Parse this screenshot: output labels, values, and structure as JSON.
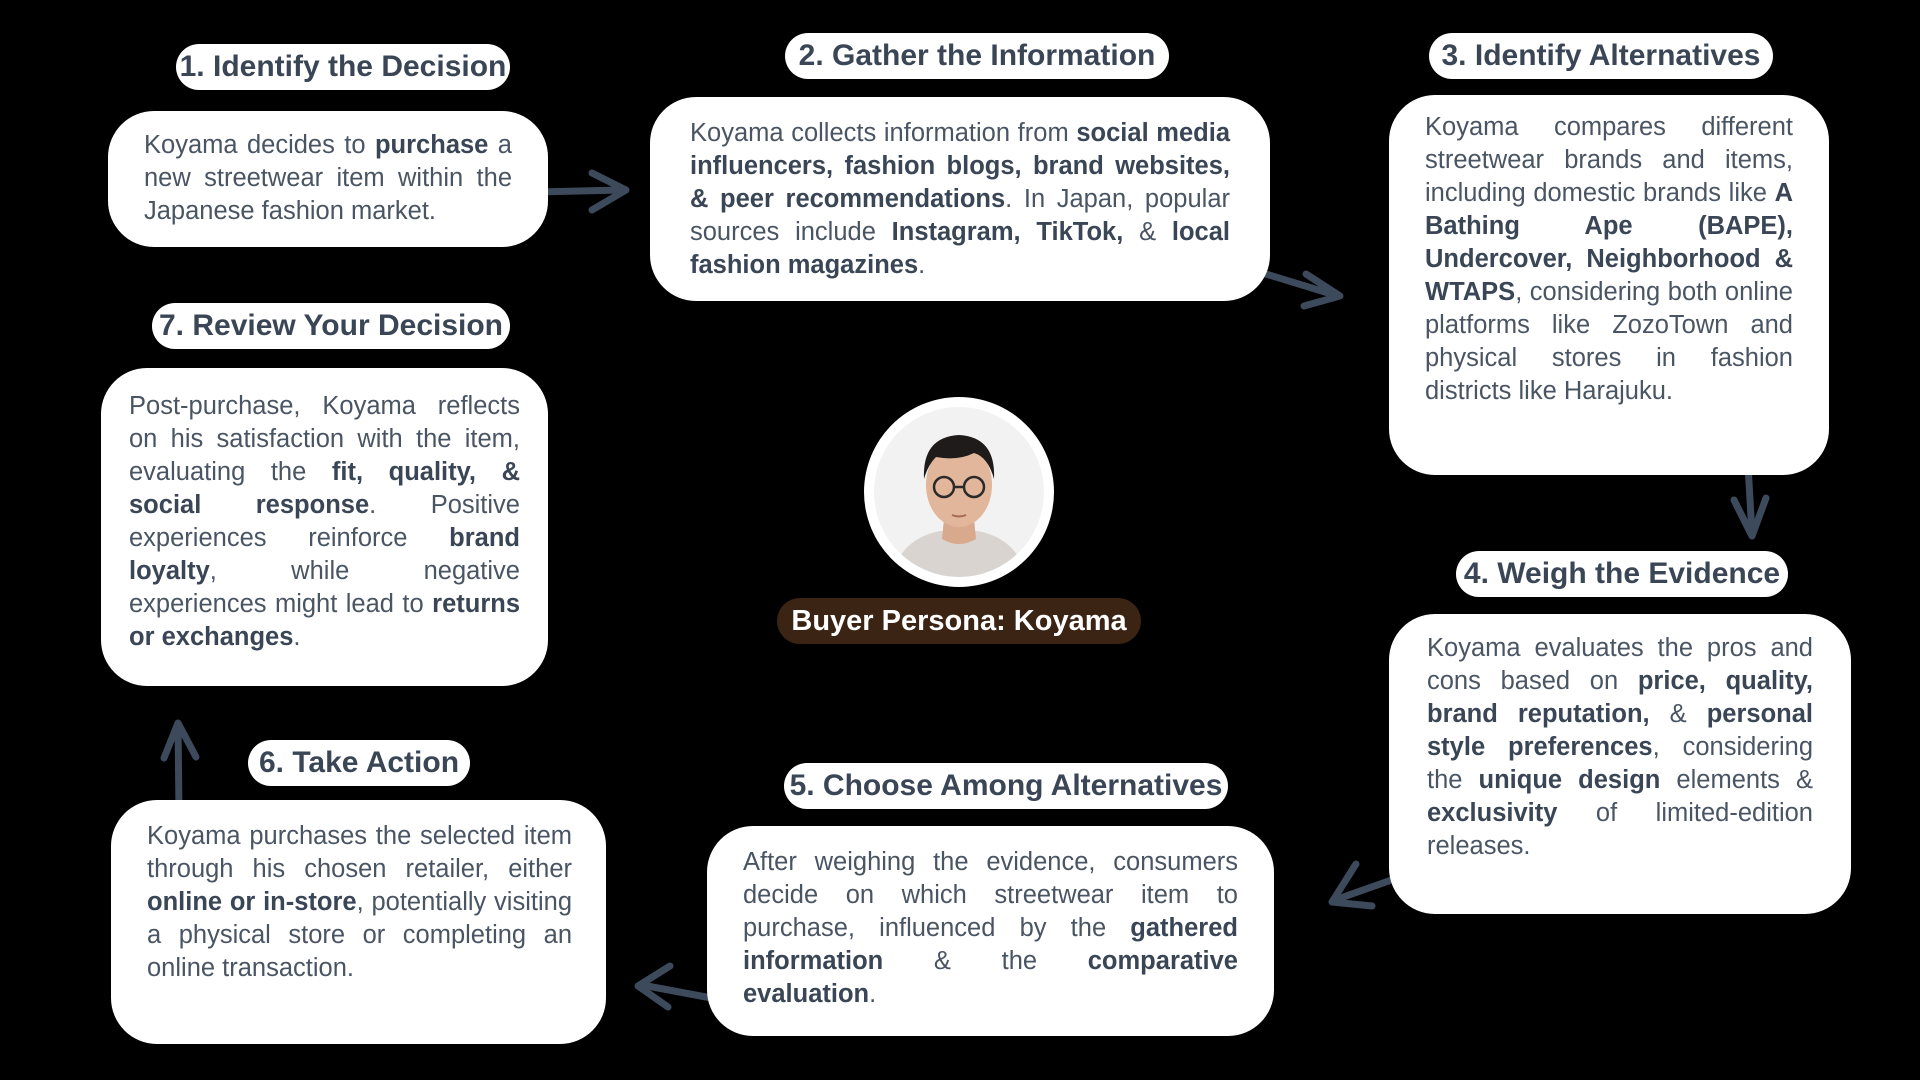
{
  "persona": {
    "label": "Buyer Persona: Koyama"
  },
  "steps": [
    {
      "title": "1. Identify the Decision",
      "segments": [
        {
          "t": "Koyama decides to "
        },
        {
          "t": "purchase",
          "b": true
        },
        {
          "t": " a new streetwear item within the Japanese fashion market."
        }
      ]
    },
    {
      "title": "2. Gather the Information",
      "segments": [
        {
          "t": "Koyama collects information from "
        },
        {
          "t": "social media influencers, fashion blogs, brand websites, & peer recommendations",
          "b": true
        },
        {
          "t": ". In Japan, popular sources include "
        },
        {
          "t": "Instagram, TikTok,",
          "b": true
        },
        {
          "t": " & "
        },
        {
          "t": "local fashion magazines",
          "b": true
        },
        {
          "t": "."
        }
      ]
    },
    {
      "title": "3. Identify Alternatives",
      "segments": [
        {
          "t": "Koyama compares different streetwear brands and items, including domestic brands like "
        },
        {
          "t": "A Bathing Ape (BAPE), Undercover, Neighborhood & WTAPS",
          "b": true
        },
        {
          "t": ", considering both online platforms like ZozoTown and physical stores in fashion districts like Harajuku."
        }
      ]
    },
    {
      "title": "4. Weigh the Evidence",
      "segments": [
        {
          "t": "Koyama evaluates the pros and cons based on "
        },
        {
          "t": "price, quality, brand reputation,",
          "b": true
        },
        {
          "t": " & "
        },
        {
          "t": "personal style preferences",
          "b": true
        },
        {
          "t": ", considering the "
        },
        {
          "t": "unique design",
          "b": true
        },
        {
          "t": " elements & "
        },
        {
          "t": "exclusivity",
          "b": true
        },
        {
          "t": " of limited-edition releases."
        }
      ]
    },
    {
      "title": "5. Choose Among Alternatives",
      "segments": [
        {
          "t": "After weighing the evidence, consumers decide on which streetwear item to purchase, influenced by the "
        },
        {
          "t": "gathered information",
          "b": true
        },
        {
          "t": " & the "
        },
        {
          "t": "comparative evaluation",
          "b": true
        },
        {
          "t": "."
        }
      ]
    },
    {
      "title": "6. Take Action",
      "segments": [
        {
          "t": "Koyama purchases the selected item through his chosen retailer, either "
        },
        {
          "t": "online or in-store",
          "b": true
        },
        {
          "t": ", potentially visiting a physical store or completing an online transaction."
        }
      ]
    },
    {
      "title": "7. Review Your Decision",
      "segments": [
        {
          "t": "Post-purchase, Koyama reflects on his satisfaction with the item, evaluating the "
        },
        {
          "t": "fit, quality, & social response",
          "b": true
        },
        {
          "t": ". Positive experiences reinforce "
        },
        {
          "t": "brand loyalty",
          "b": true
        },
        {
          "t": ", while negative experiences might lead to "
        },
        {
          "t": "returns or exchanges",
          "b": true
        },
        {
          "t": "."
        }
      ]
    }
  ],
  "colors": {
    "arrow": "#3c4a5c",
    "text": "#3a4656",
    "persona_bg": "#3b2414"
  }
}
